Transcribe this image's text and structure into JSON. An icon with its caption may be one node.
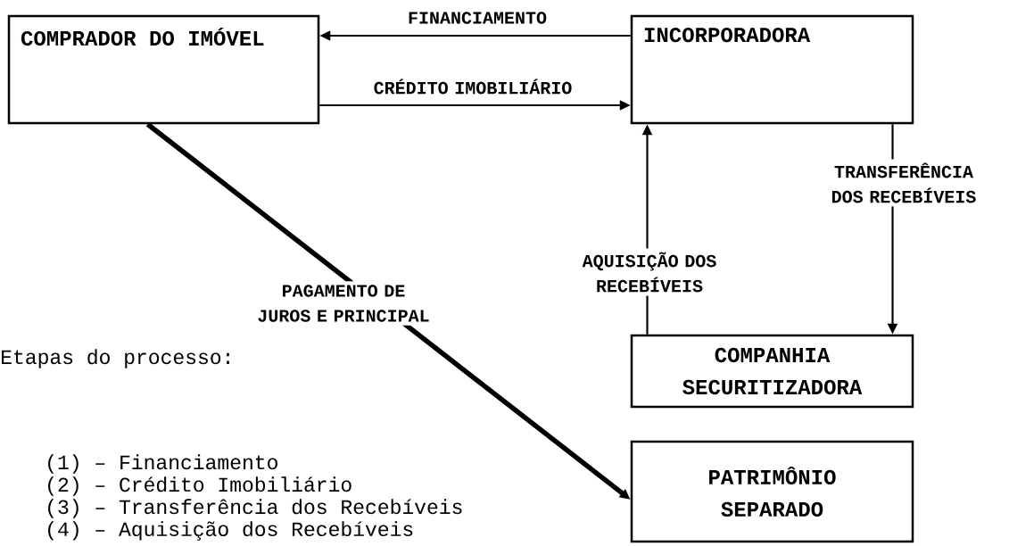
{
  "diagram": {
    "nodes": [
      {
        "text": [
          "COMPRADOR DO IMÓVEL"
        ]
      },
      {
        "text": [
          "INCORPORADORA"
        ]
      },
      {
        "text": [
          "COMPANHIA SECURITIZADORA"
        ]
      },
      {
        "text": [
          "PATRIMÔNIO SEPARADO"
        ]
      }
    ],
    "edges": [
      {
        "from": 1,
        "to": 0,
        "arrow": "to",
        "label": "FINANCIAMENTO"
      },
      {
        "from": 0,
        "to": 1,
        "arrow": "to",
        "label": "CRÉDITO IMOBILIÁRIO"
      },
      {
        "from": 1,
        "to": 2,
        "arrow": "to",
        "label": "TRANSFERÊNCIA DOS RECEBÍVEIS"
      },
      {
        "from": 2,
        "to": 1,
        "arrow": "to",
        "label": "AQUISIÇÃO DOS RECEBÍVEIS"
      },
      {
        "from": 0,
        "to": 3,
        "arrow": "to",
        "label": "PAGAMENTO DE JUROS E PRINCIPAL",
        "style": "thick"
      }
    ],
    "labels": [
      "Etapas do processo:",
      "(1) – Financiamento",
      "(2) – Crédito Imobiliário",
      "(3) – Transferência dos Recebíveis",
      "(4) – Aquisição dos Recebíveis"
    ]
  }
}
